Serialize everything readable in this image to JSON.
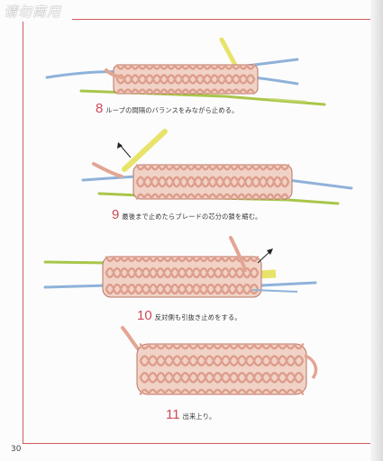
{
  "watermark": "请勿商用",
  "page_number": "30",
  "colors": {
    "accent": "#cf5b5e",
    "cord_pink": "#e3a593",
    "cord_pink_dark": "#b77566",
    "cord_blue": "#8fb2d9",
    "cord_green": "#a8c64a",
    "cord_yellow": "#e8e36a",
    "arrow": "#222222"
  },
  "steps": [
    {
      "number": "8",
      "text": "ループの間隔のバランスをみながら止める。"
    },
    {
      "number": "9",
      "text": "最後まで止めたらブレードの芯分の鎖を縮む。"
    },
    {
      "number": "10",
      "text": "反対側も引抜き止めをする。"
    },
    {
      "number": "11",
      "text": "出来上り。"
    }
  ]
}
